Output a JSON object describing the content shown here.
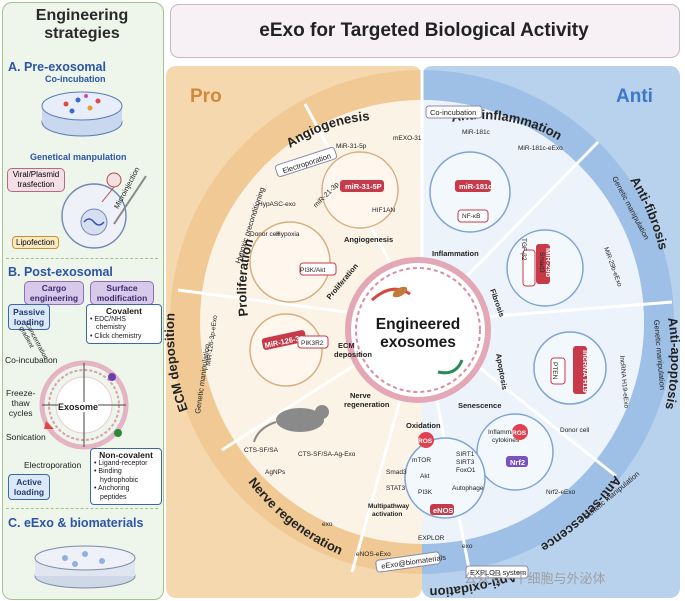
{
  "left": {
    "heading": [
      "Engineering",
      "strategies"
    ],
    "pre": {
      "title": "A. Pre-exosomal",
      "coincubation": "Co-incubation",
      "genetic": "Genetical manpulation",
      "viral": [
        "Viral/Plasmid",
        "trasfection"
      ],
      "lipofection": "Lipofection",
      "microinjection": "Microinjection"
    },
    "post": {
      "title": "B. Post-exosomal",
      "cargo": [
        "Cargo",
        "engineering"
      ],
      "surface": [
        "Surface",
        "modification"
      ],
      "passive": [
        "Passive",
        "loading"
      ],
      "active": [
        "Active",
        "loading"
      ],
      "covalent_title": "Covalent",
      "covalent_items": [
        "• EDC/NHS",
        "chemistry",
        "• Click chemistry"
      ],
      "noncovalent_title": "Non-covalent",
      "noncovalent_items": [
        "• Ligand-receptor",
        "• Binding",
        "hydrophobic",
        "• Anchoring",
        "peptides"
      ],
      "coincubation": "Co-incubation",
      "freeze": [
        "Freeze-",
        "thaw",
        "cycles"
      ],
      "sonication": "Sonication",
      "electroporation": "Electroporation",
      "exosome": "Exosome",
      "concentration": [
        "Concentration",
        "gradient"
      ]
    },
    "biomaterials": "C. eExo & biomaterials"
  },
  "title": "eExo for Targeted Biological Activity",
  "pro_label": "Pro",
  "anti_label": "Anti",
  "center": [
    "Engineered",
    "exosomes"
  ],
  "sections": {
    "angiogenesis": "Angiogenesis",
    "proliferation": "Proliferation",
    "ecm": "ECM deposition",
    "nerve": "Nerve regeneration",
    "antiinflammation": "Anti-inflammation",
    "antifibrosis": "Anti-fibrosis",
    "antiapoptosis": "Anti-apoptosis",
    "antisenescence": "Anti-senescence",
    "antioxidation": "Anti-oxidation"
  },
  "inner": {
    "angiogenesis": "Angiogenesis",
    "proliferation": "Proliferation",
    "ecm": [
      "ECM",
      "deposition"
    ],
    "nerve": [
      "Nerve",
      "regeneration"
    ],
    "inflammation": "Inflammation",
    "fibrosis": "Fibrosis",
    "apoptosis": "Apoptosis",
    "senescence": "Senescence",
    "oxidation": "Oxidation"
  },
  "methods": {
    "electroporation": "Electroporation",
    "hypoxic": "Hypoxic preconditioning",
    "genetic_ecm": "Genetic manipulation",
    "exo_biomaterials": "eExo@biomaterials",
    "coincubation": "Co-incubation",
    "genetic_fibrosis": "Genetic manipulation",
    "genetic_apoptosis": "Genetic manipulation",
    "genetic_senescence": "Genetic manipulation",
    "explor": "EXPLOR system"
  },
  "labels": {
    "mir31_top": "MiR-31-5p",
    "mexo31": "mEXO-31",
    "mir31": "miR-31-5P",
    "hif1an": "HIF1AN",
    "hypasc": "HypASC-exo",
    "donor_cell": "Donor cell",
    "hypoxia": "Hypoxia",
    "mir21": "miR-21-3p",
    "pi3k_akt": "PI3K/Akt",
    "mir126_side": "MiR-126-3p-eExo",
    "mir126": "MiR-126-3p",
    "pik3r2": "PIK3R2",
    "ctssfsa": "CTS-SF/SA",
    "agnps": "AgNPs",
    "ctsag": "CTS-SF/SA-Ag-Exo",
    "exo": "exo",
    "mir181c_top": "MiR-181c",
    "mir181c_exo": "MiR-181c-eExo",
    "mir181c": "miR-181c",
    "nfkb": "NF-κB",
    "mir29b": "MiR-29b",
    "mir29b_exo": "MiR-29b-eExo",
    "tgfb2": "TGF-β2",
    "smad3": "Smad3",
    "pten": "PTEN",
    "lncrna": "lncRNA H19",
    "lncrna_exo": "lncRNA H19-eExo",
    "inflammatory": [
      "Inflammatory",
      "cytokines"
    ],
    "ros": "ROS",
    "nrf2": "Nrf2",
    "nrf2_exo": "Nrf2-eExo",
    "mtor": "mTOR",
    "smad3b": "Smad3",
    "akt": "Akt",
    "stat3": "STAT3",
    "pi3k": "PI3K",
    "sirt1": "SIRT1",
    "sirt3": "SIRT3",
    "foxo1": "FoxO1",
    "autophage": "Autophage",
    "multipathway": [
      "Multipathway",
      "activation"
    ],
    "enos": "eNOS",
    "enos_exo": "eNOS-eExo",
    "explor": "EXPLOR"
  },
  "watermark": "公众号 · 干细胞与外泌体"
}
